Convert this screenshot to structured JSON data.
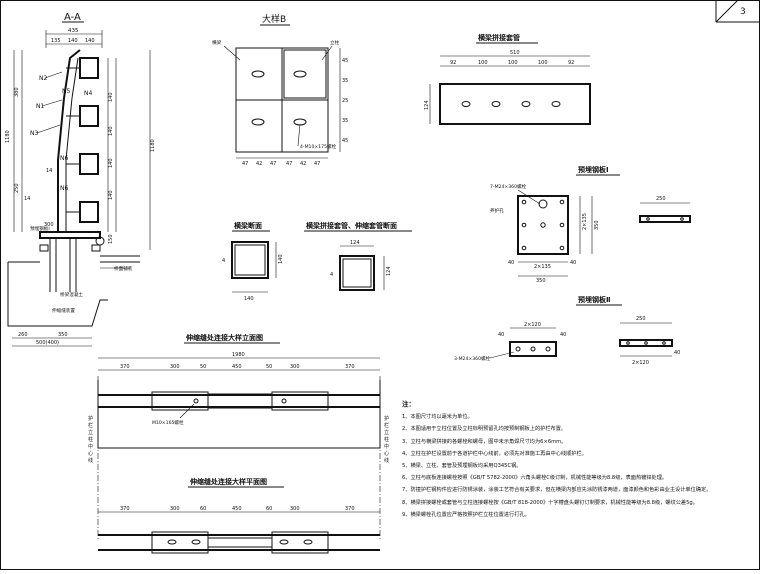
{
  "sheet": {
    "page_number": "3"
  },
  "section_aa": {
    "title": "A-A",
    "top_dims": [
      "435",
      "135",
      "140",
      "140"
    ],
    "members": [
      "N2",
      "N1",
      "N5",
      "N4",
      "N3",
      "N6",
      "N6"
    ],
    "height_dims": [
      "1180",
      "380",
      "140",
      "140",
      "140",
      "140",
      "250",
      "150"
    ],
    "small_dims": [
      "14",
      "14",
      "300"
    ],
    "callouts": [
      "预埋钢板I",
      "桥面铺装",
      "桥梁混凝土",
      "伸缩缝装置"
    ],
    "bottom_dims": [
      "260",
      "350",
      "500(400)"
    ]
  },
  "detail_b": {
    "title": "大样B",
    "callouts": [
      "横梁",
      "立柱"
    ],
    "bolt_label": "4-M10×175螺栓",
    "dims_bottom": [
      "47",
      "42",
      "47",
      "47",
      "42",
      "47"
    ],
    "dims_right": [
      "45",
      "35",
      "25",
      "35",
      "45"
    ]
  },
  "beam_sleeve": {
    "title": "横梁拼接套管",
    "dims_top": [
      "510",
      "92",
      "100",
      "100",
      "100",
      "92"
    ],
    "dims_left": [
      "124"
    ]
  },
  "plate_1": {
    "title": "预埋钢板Ⅰ",
    "bolt_label": "7-M24×360螺栓",
    "callout": "养护孔",
    "dims": [
      "40",
      "2×135",
      "40",
      "350",
      "2×135",
      "350"
    ],
    "side_dim": "250"
  },
  "beam_section": {
    "title": "横梁断面",
    "dims": [
      "140",
      "140",
      "4"
    ]
  },
  "sleeve_section": {
    "title": "横梁拼接套管、伸缩套管断面",
    "dims": [
      "124",
      "124",
      "4"
    ]
  },
  "plate_2": {
    "title": "预埋钢板Ⅱ",
    "bolt_label": "3-M24×360螺栓",
    "dims": [
      "2×120",
      "40",
      "40",
      "250",
      "2×120",
      "40"
    ]
  },
  "joint_elevation": {
    "title": "伸缩缝处连接大样立面图",
    "overall": "1980",
    "dims": [
      "370",
      "300",
      "50",
      "450",
      "50",
      "300",
      "370"
    ],
    "bolt_label": "M10×165螺栓",
    "side_left": "护栏立柱中心线",
    "side_right": "护栏立柱中心线"
  },
  "joint_plan": {
    "title": "伸缩缝处连接大样平面图",
    "dims": [
      "370",
      "300",
      "60",
      "450",
      "60",
      "300",
      "370"
    ]
  },
  "notes": {
    "title": "注：",
    "items": [
      "1、本图尺寸均以毫米为单位。",
      "2、本图适用于立柱位置及立柱标明预留孔均按预制钢板上的护栏布置。",
      "3、立柱与横梁拼接的各螺栓和螺母，图中未示角焊尺寸均为6×6mm。",
      "4、立柱在护栏设置前于各道护栏中心线前，必须先对准施工再由中心线顺护栏。",
      "5、横梁、立柱、套管及预埋钢板均采用Q345C钢。",
      "6、立柱与底板连接螺栓按照《GB/T 5782-2000》六角头螺栓C级订制，机械性能等级为8.8级，表面热镀锌处理。",
      "7、防撞护栏钢构件应进行防锈涂装，涂装工艺符合有关要求，但在横梁内部应先涂防锈漆两道，面漆颜色和色彩由业主设计单位确定。",
      "8、横梁拼接螺栓或套管与立柱连接螺栓按《GB/T 818-2000》十字槽盘头螺钉订制要求，机械性能等级为8.8级，螺纹公差5g。",
      "9、横梁螺栓孔位置应严格按照护栏立柱位置进行打孔。"
    ]
  }
}
